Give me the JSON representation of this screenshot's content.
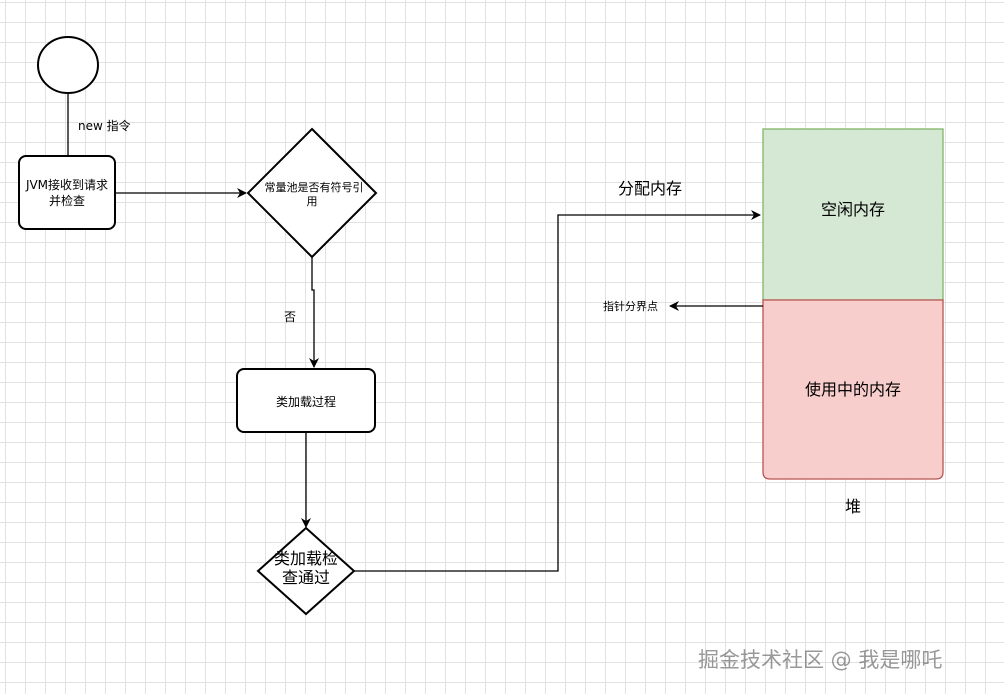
{
  "diagram": {
    "start_label": "new 指令",
    "jvm_box_line1": "JVM接收到请求",
    "jvm_box_line2": "并检查",
    "decision_line1": "常量池是否有符号引",
    "decision_line2": "用",
    "no_label": "否",
    "class_load_box": "类加载过程",
    "check_line1": "类加载检",
    "check_line2": "查通过",
    "allocate_label": "分配内存",
    "heap": {
      "free_label": "空闲内存",
      "used_label": "使用中的内存",
      "caption": "堆",
      "pointer_label": "指针分界点",
      "free_color": "#d5e8d4",
      "free_border": "#82b366",
      "used_color": "#f8cecc",
      "used_border": "#b85450"
    }
  },
  "watermark": "掘金技术社区 @ 我是哪吒"
}
